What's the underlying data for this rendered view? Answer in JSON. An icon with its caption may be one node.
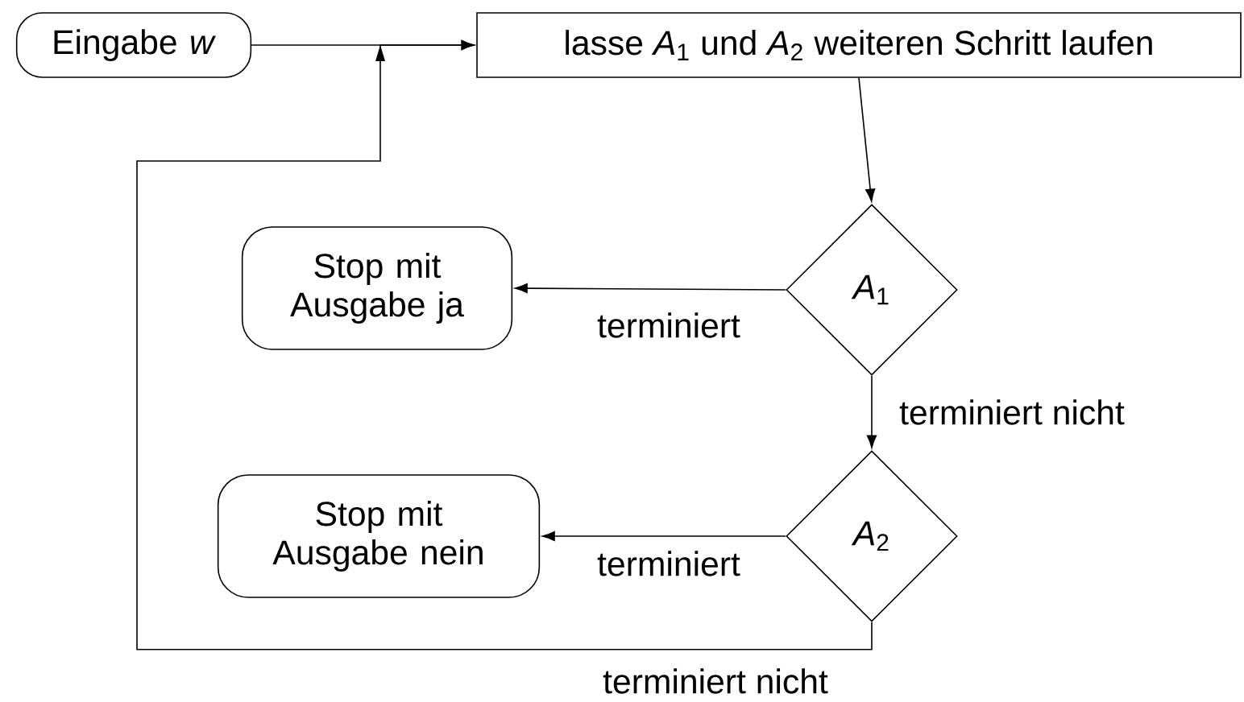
{
  "diagram": {
    "nodes": [
      {
        "text": [
          "Eingabe *w*"
        ]
      },
      {
        "text": [
          "lasse *A*$_{1}$ und *A*$_{2}$ weiteren Schritt laufen"
        ]
      },
      {
        "text": [
          "*A*$_{1}$"
        ]
      },
      {
        "text": [
          "Stop mit Ausgabe ja"
        ]
      },
      {
        "text": [
          "*A*$_{2}$"
        ]
      },
      {
        "text": [
          "Stop mit Ausgabe nein"
        ]
      }
    ],
    "edges": [
      {
        "from": 0,
        "to": 1,
        "arrow": "to"
      },
      {
        "from": 1,
        "to": 2,
        "arrow": "to"
      },
      {
        "from": 2,
        "to": 3,
        "arrow": "to",
        "label": "terminiert"
      },
      {
        "from": 2,
        "to": 4,
        "arrow": "to",
        "label": "terminiert nicht"
      },
      {
        "from": 4,
        "to": 5,
        "arrow": "to",
        "label": "terminiert"
      },
      {
        "from": 4,
        "to": 1,
        "arrow": "to",
        "label": "terminiert nicht"
      }
    ]
  }
}
